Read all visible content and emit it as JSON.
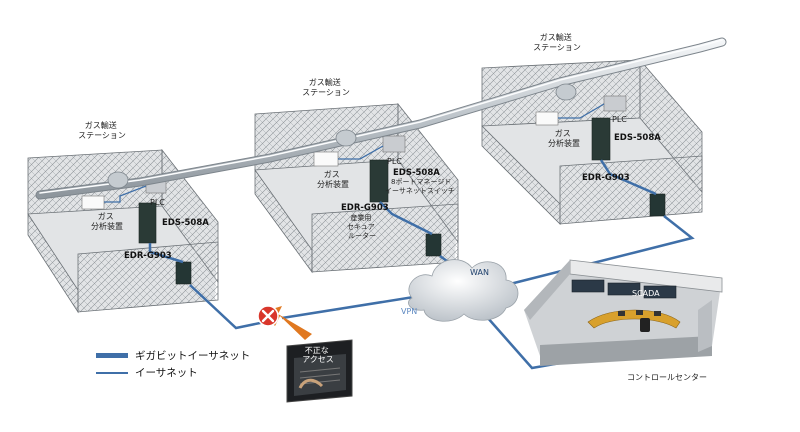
{
  "stations": [
    {
      "title": "ガス輸送\nステーション",
      "plc": "PLC",
      "analyzer": "ガス\n分析装置",
      "switch": "EDS-508A",
      "router": "EDR-G903"
    },
    {
      "title": "ガス輸送\nステーション",
      "plc": "PLC",
      "analyzer": "ガス\n分析装置",
      "switch": "EDS-508A",
      "switch_desc": "8ポートマネージド\nイーサネットスイッチ",
      "router": "EDR-G903",
      "router_desc": "産業用\nセキュア\nルーター"
    },
    {
      "title": "ガス輸送\nステーション",
      "plc": "PLC",
      "analyzer": "ガス\n分析装置",
      "switch": "EDS-508A",
      "router": "EDR-G903"
    }
  ],
  "network": {
    "wan": "WAN",
    "vpn": "VPN"
  },
  "control_center": {
    "scada": "SCADA",
    "name": "コントロールセンター"
  },
  "threat": {
    "label": "不正な\nアクセス"
  },
  "legend": [
    {
      "label": "ギガビットイーサネット",
      "style": "gigabit"
    },
    {
      "label": "イーサネット",
      "style": "ethernet"
    }
  ],
  "colors": {
    "link": "#3f6fa8",
    "blocked": "#d9362b",
    "attack_arrow": "#e07820"
  }
}
